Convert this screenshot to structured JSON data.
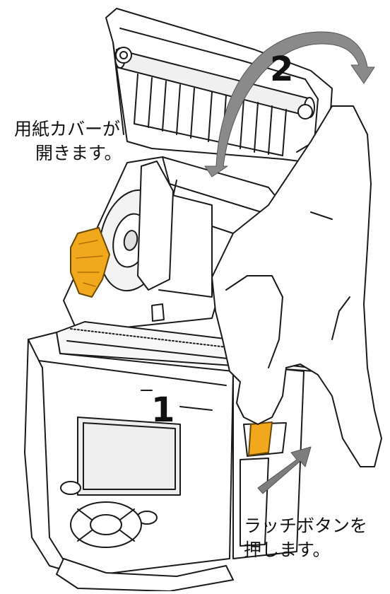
{
  "illustration": {
    "subject": "mobile-printer-opening",
    "colors": {
      "line": "#1a1a1a",
      "body": "#ffffff",
      "shade": "#e9e9e9",
      "latch": "#f2a81d",
      "latch_dark": "#c47c00",
      "arrow": "#7d7d7d"
    }
  },
  "callouts": {
    "cover_opens": {
      "line1": "用紙カバーが",
      "line2": "開きます。"
    },
    "press_latch": {
      "line1": "ラッチボタンを",
      "line2": "押します。"
    }
  },
  "steps": {
    "one": "1",
    "two": "2"
  }
}
